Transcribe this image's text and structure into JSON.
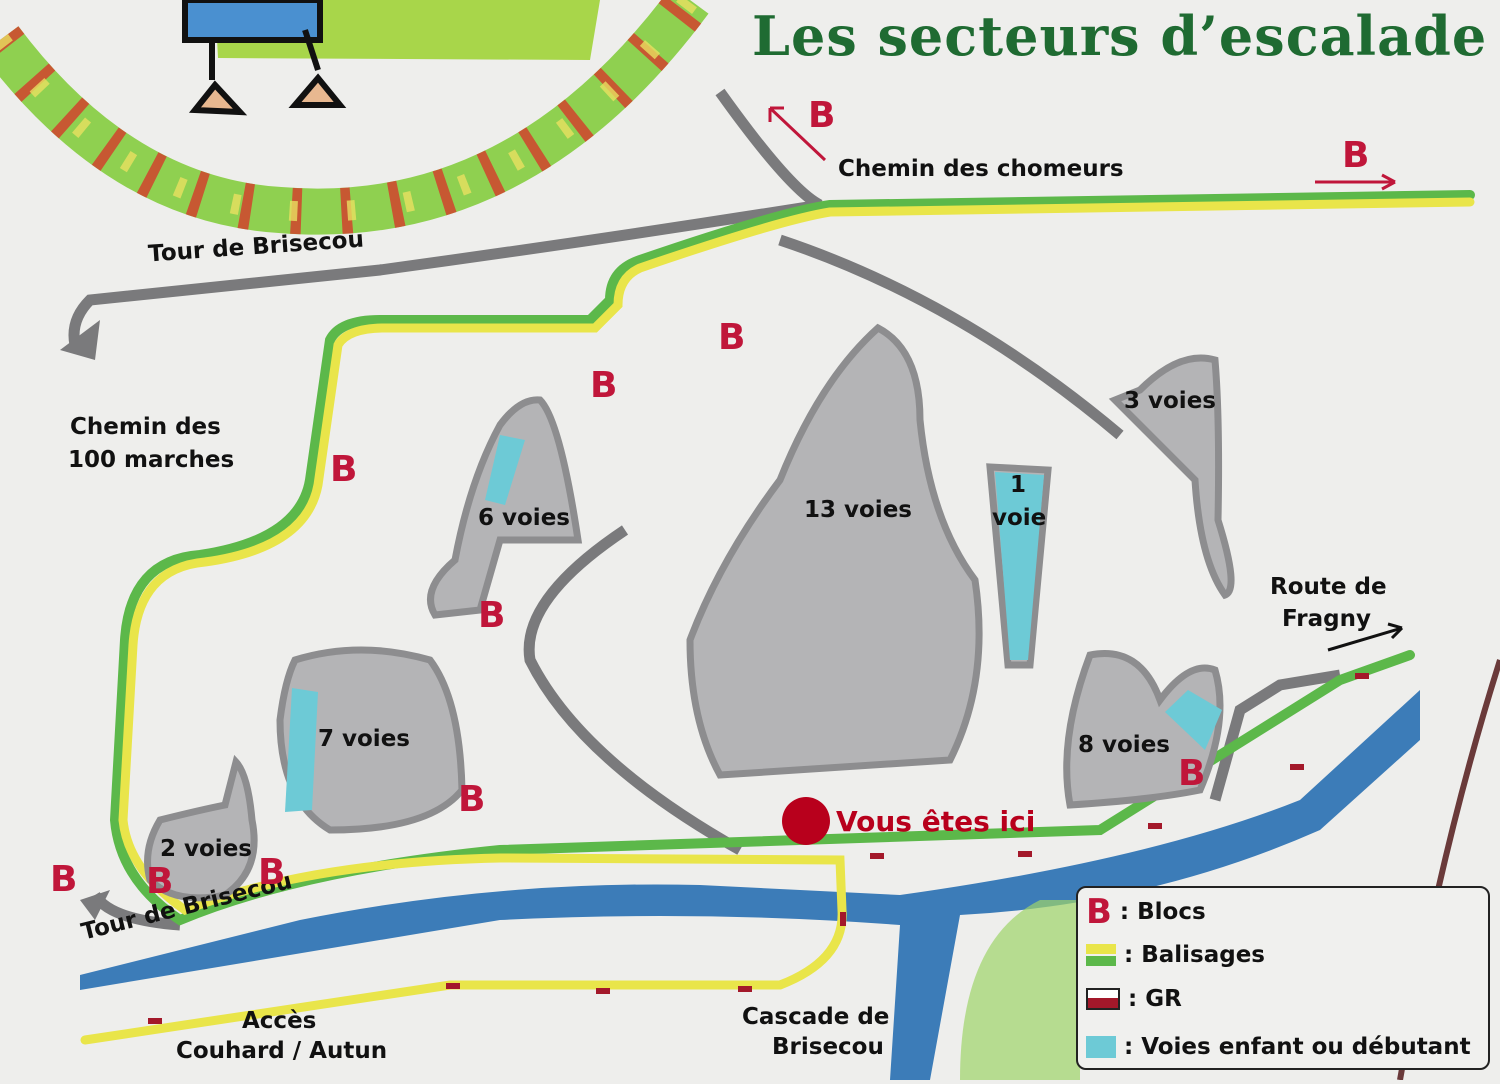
{
  "title": "Les secteurs d’escalade",
  "labels": {
    "chemin_chomeurs": "Chemin des chomeurs",
    "tour_brisecou_top": "Tour de Brisecou",
    "chemin_100_line1": "Chemin des",
    "chemin_100_line2": "100 marches",
    "route_fragny_line1": "Route de",
    "route_fragny_line2": "Fragny",
    "tour_brisecou_bottom": "Tour de Brisecou",
    "acces_line1": "Accès",
    "acces_line2": "Couhard / Autun",
    "cascade_line1": "Cascade de",
    "cascade_line2": "Brisecou",
    "you_are_here": "Vous êtes ici"
  },
  "sectors": [
    {
      "id": "13",
      "label": "13 voies"
    },
    {
      "id": "6",
      "label": "6 voies"
    },
    {
      "id": "1a",
      "label": "1"
    },
    {
      "id": "1b",
      "label": "voie"
    },
    {
      "id": "3",
      "label": "3 voies"
    },
    {
      "id": "7",
      "label": "7 voies"
    },
    {
      "id": "8",
      "label": "8 voies"
    },
    {
      "id": "2",
      "label": "2 voies"
    }
  ],
  "bloc_marker": "B",
  "legend": {
    "items": [
      {
        "symbol": "B",
        "label": ": Blocs"
      },
      {
        "symbol": "balisage-swatch",
        "label": ": Balisages"
      },
      {
        "symbol": "gr-swatch",
        "label": ": GR"
      },
      {
        "symbol": "beginner-swatch",
        "label": ": Voies enfant ou débutant"
      }
    ]
  },
  "colors": {
    "background": "#eeeeec",
    "title_green": "#1f6b32",
    "bloc_red": "#c0163a",
    "rock_fill": "#b4b4b6",
    "rock_stroke": "#8d8d8f",
    "path_grey": "#7a7a7c",
    "trail_green": "#5cb84a",
    "trail_yellow": "#e9e54a",
    "river_blue": "#3c7cb8",
    "beginner_cyan": "#6dcad6",
    "gr_red": "#a3182a",
    "here_red": "#b8001c"
  }
}
